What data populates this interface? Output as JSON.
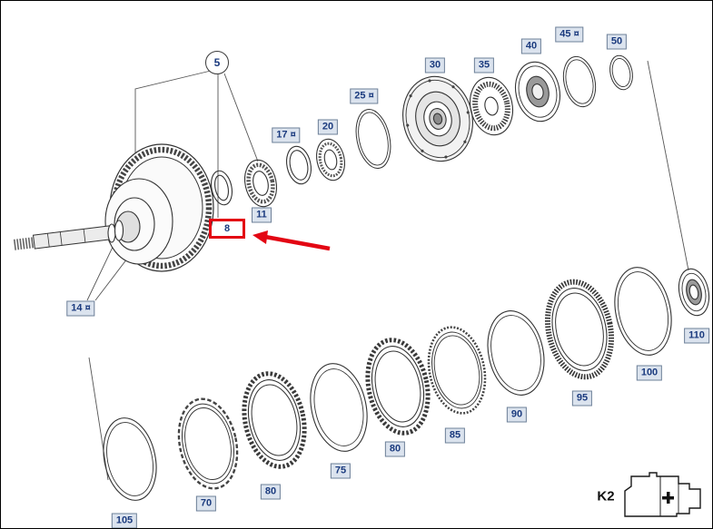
{
  "colors": {
    "callout_bg": "#dbe3ee",
    "callout_border": "#6e8098",
    "callout_text": "#1a3a7e",
    "highlight_red": "#e30613",
    "line_color": "#555555"
  },
  "callouts": {
    "c5": "5",
    "c8": "8",
    "c11": "11",
    "c14": "14 ¤",
    "c17": "17 ¤",
    "c20": "20",
    "c25": "25 ¤",
    "c30": "30",
    "c35": "35",
    "c40": "40",
    "c45": "45 ¤",
    "c50": "50",
    "c70": "70",
    "c75": "75",
    "c80a": "80",
    "c80b": "80",
    "c85": "85",
    "c90": "90",
    "c95": "95",
    "c100": "100",
    "c105": "105",
    "c110": "110"
  },
  "legend": {
    "group_label": "K2"
  }
}
